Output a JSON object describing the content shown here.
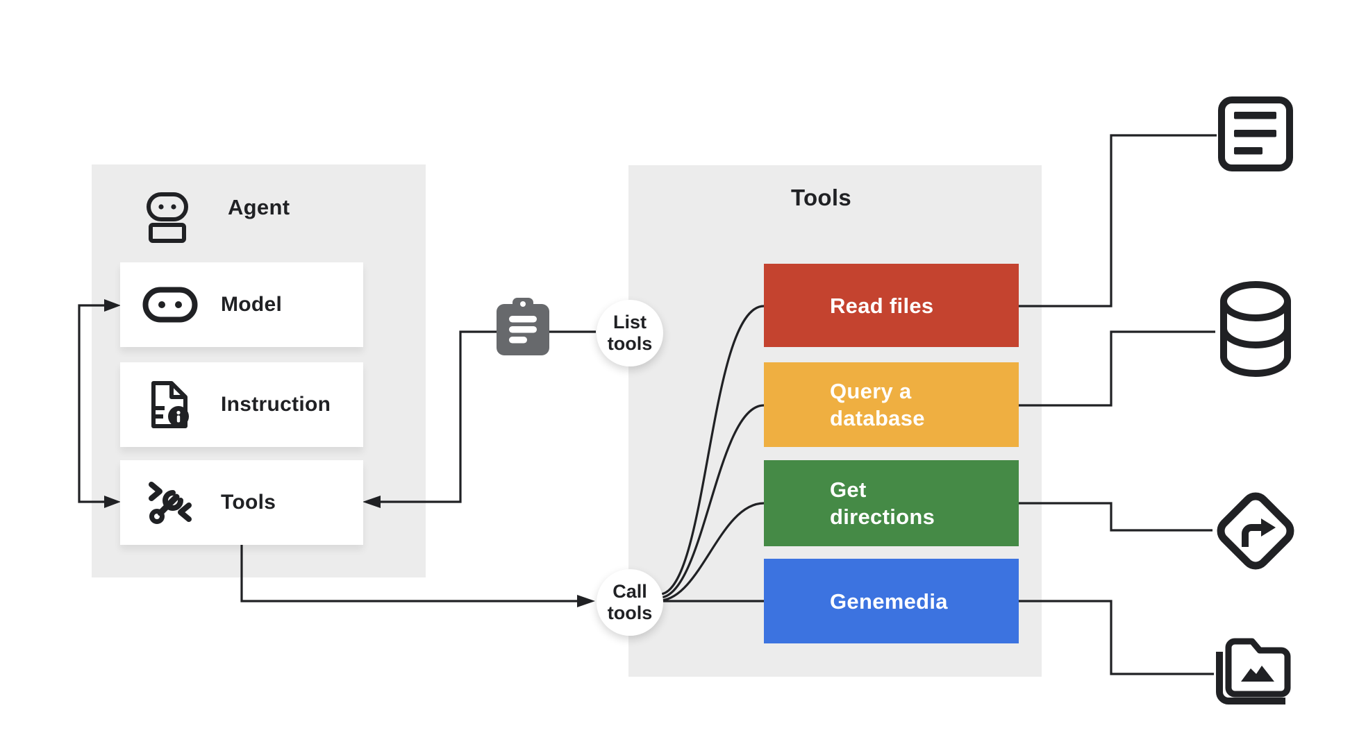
{
  "agent_panel": {
    "title": "Agent",
    "items": [
      {
        "label": "Model",
        "icon": "robot-face-icon"
      },
      {
        "label": "Instruction",
        "icon": "instruction-doc-icon"
      },
      {
        "label": "Tools",
        "icon": "wrench-code-icon"
      }
    ]
  },
  "connector_labels": {
    "list_tools": "List tools",
    "call_tools": "Call tools"
  },
  "tools_panel": {
    "title": "Tools",
    "tools": [
      {
        "label": "Read files",
        "color": "#C4432F",
        "target_icon": "document-lines-icon"
      },
      {
        "label": "Query a database",
        "color": "#EFAF41",
        "target_icon": "database-icon"
      },
      {
        "label": "Get directions",
        "color": "#458A46",
        "target_icon": "turn-right-sign-icon"
      },
      {
        "label": "Genemedia",
        "color": "#3C73E0",
        "target_icon": "image-folder-icon"
      }
    ]
  },
  "colors": {
    "panel_bg": "#ECECEC",
    "line": "#202124",
    "clipboard": "#67696C"
  }
}
